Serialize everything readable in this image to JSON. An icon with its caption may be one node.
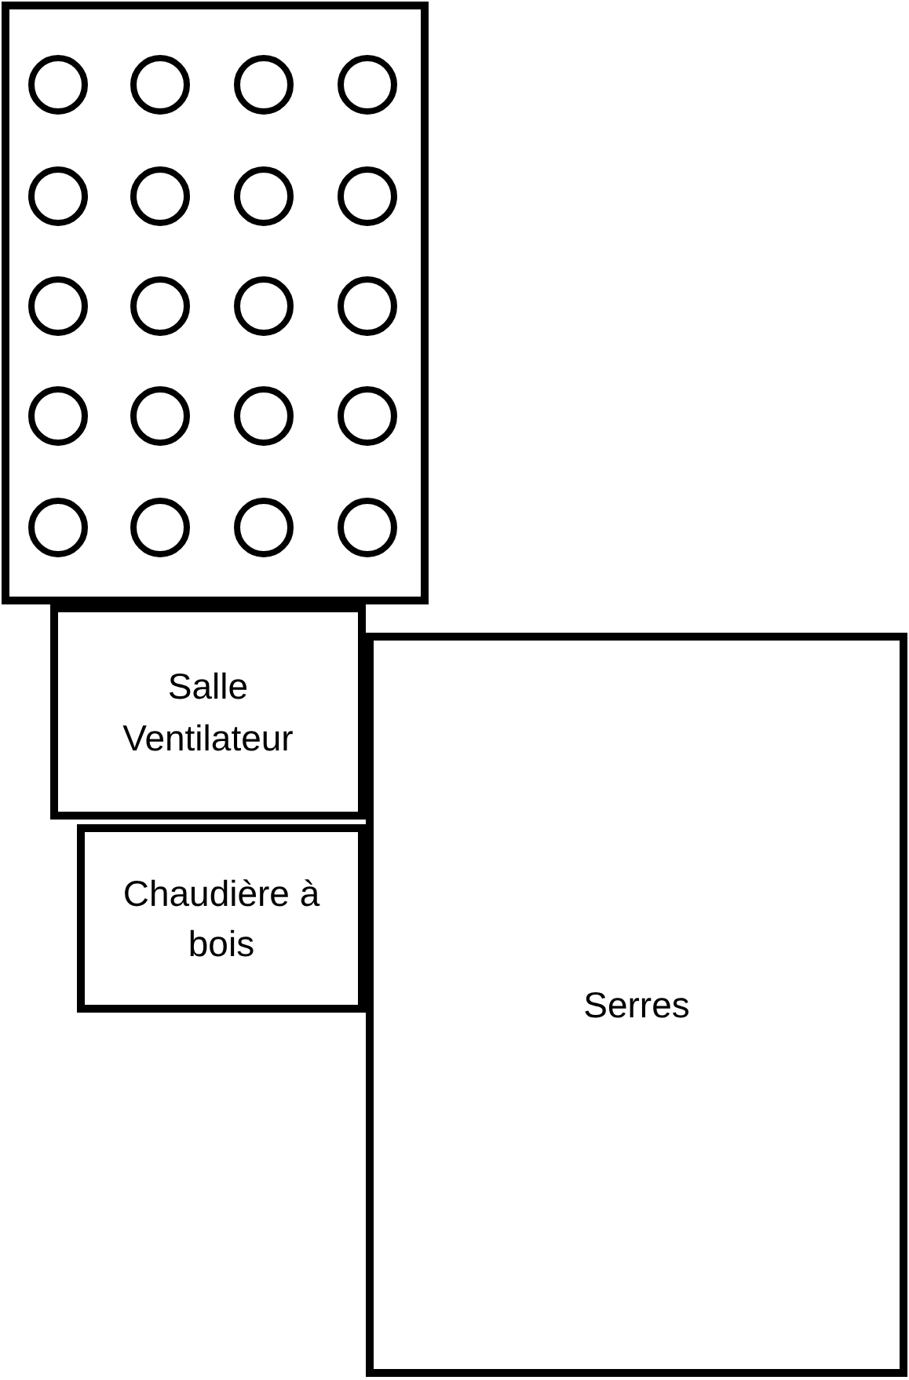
{
  "diagram": {
    "nodes": [
      {
        "text": [],
        "shape": "box"
      },
      {
        "text": [
          "Salle Ventilateur"
        ]
      },
      {
        "text": [
          "Chaudière à bois"
        ]
      },
      {
        "text": [
          "Serres"
        ]
      }
    ]
  }
}
